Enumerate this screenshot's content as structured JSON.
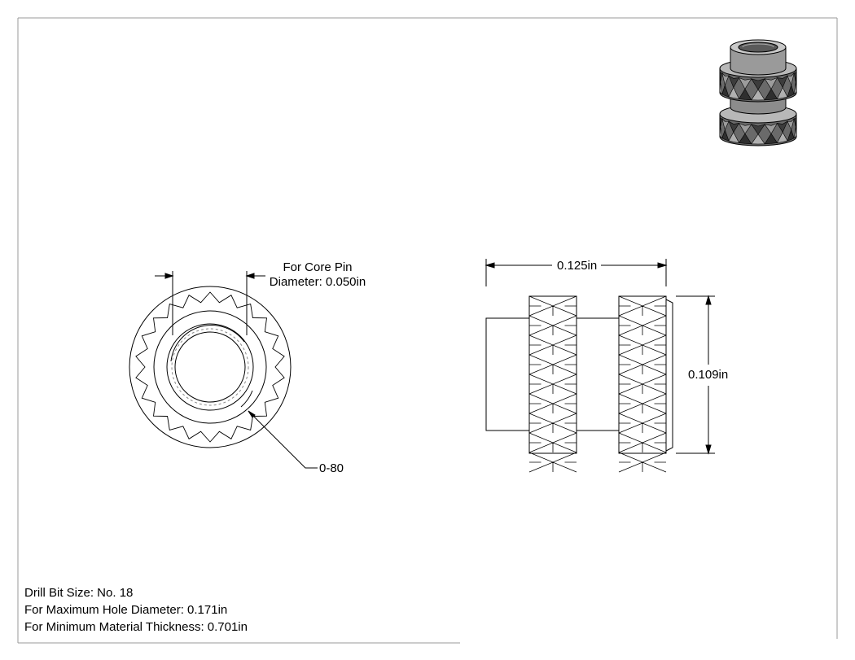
{
  "annotations": {
    "core_pin_line1": "For Core Pin",
    "core_pin_line2": "Diameter: 0.050in",
    "overall_length": "0.125in",
    "outer_diameter": "0.109in",
    "thread_size": "0-80"
  },
  "notes": {
    "drill_bit": "Drill Bit Size: No. 18",
    "max_hole": "For Maximum Hole Diameter: 0.171in",
    "min_thickness": "For Minimum Material Thickness: 0.701in"
  },
  "colors": {
    "line": "#000000",
    "border": "#999999",
    "iso_dark": "#4a4a4a",
    "iso_mid": "#8c8c8c",
    "iso_light": "#c8c8c8"
  },
  "icons": {
    "iso_view": "isometric-insert-icon"
  }
}
